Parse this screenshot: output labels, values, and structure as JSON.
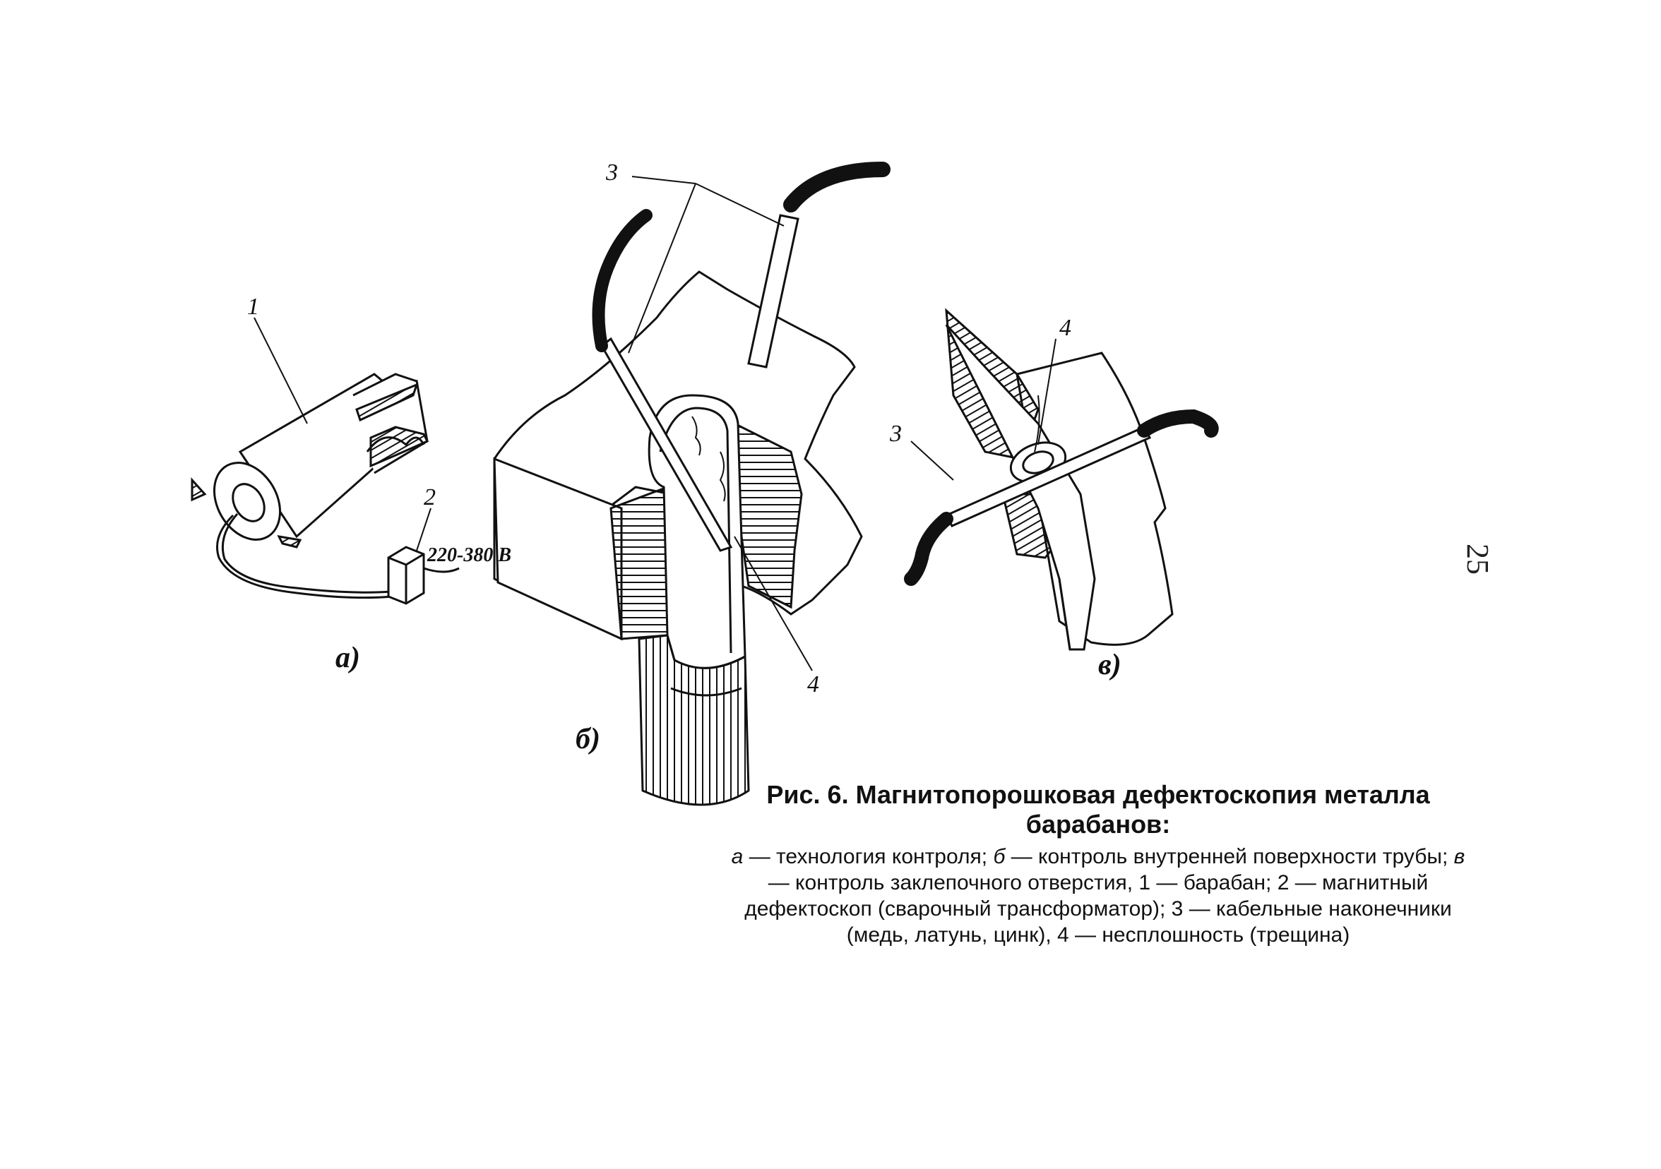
{
  "figure": {
    "panels": {
      "a": {
        "label": "а)",
        "callouts": {
          "drum": "1",
          "flaw_detector": "2"
        },
        "voltage": "220-380 В"
      },
      "b": {
        "label": "б)",
        "callouts": {
          "cable_tips": "3",
          "crack": "4"
        }
      },
      "c": {
        "label": "в)",
        "callouts": {
          "cable_tips": "3",
          "crack": "4"
        }
      }
    }
  },
  "caption": {
    "title": "Рис. 6. Магнитопорошковая дефектоскопия металла барабанов:",
    "line1_a": "а",
    "line1_a_text": " — технология контроля; ",
    "line1_b": "б",
    "line1_b_text": " — контроль внутренней поверхности трубы; ",
    "line1_c": "в",
    "line1_c_text": " — контроль заклепочного отверстия, 1 — барабан; 2 — магнитный дефектоскоп (сварочный трансформатор); 3 — кабельные наконечники (медь, латунь, цинк), 4 — несплошность (трещина)"
  },
  "page_number": "25"
}
